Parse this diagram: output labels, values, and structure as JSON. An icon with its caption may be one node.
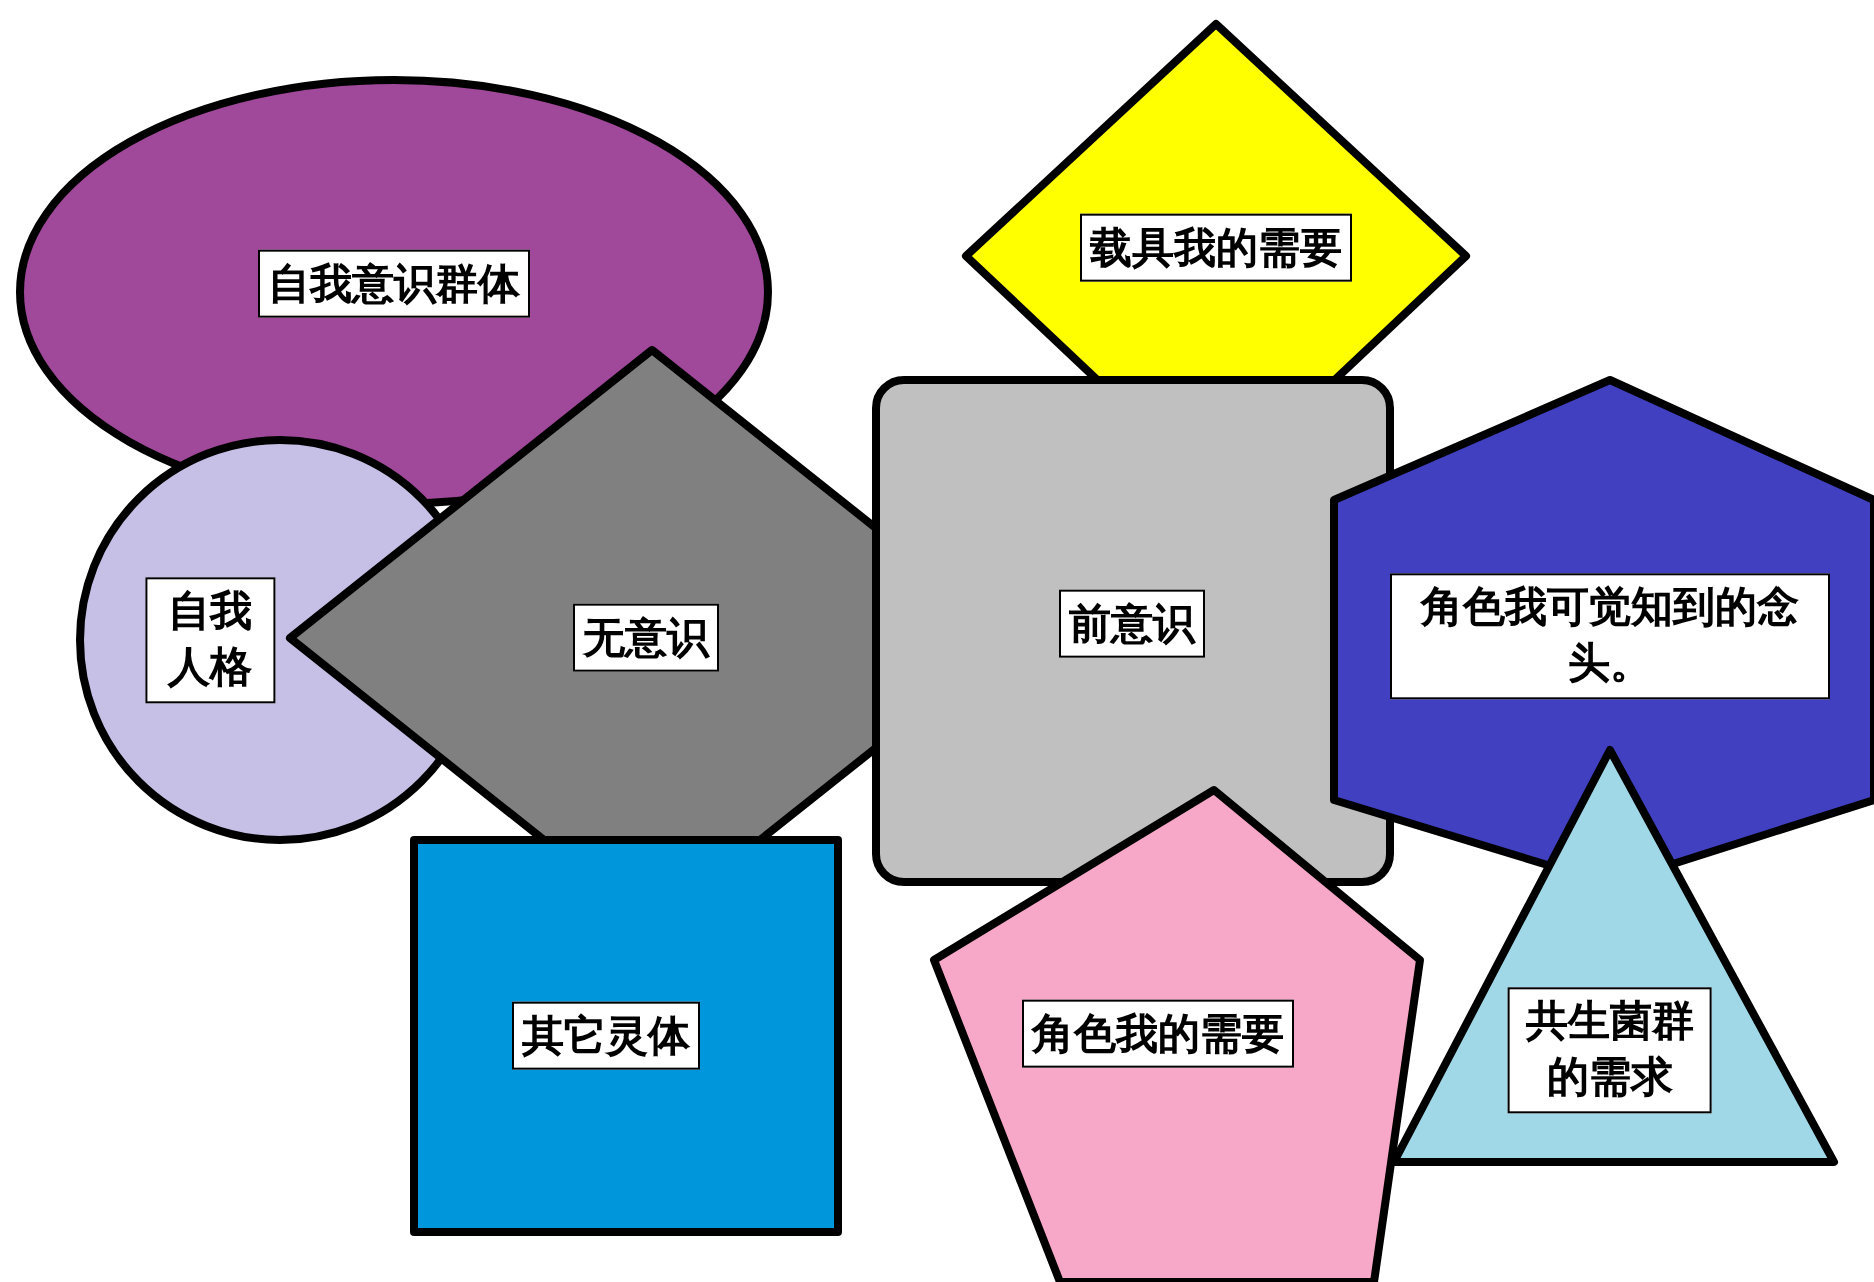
{
  "diagram": {
    "nodes": [
      {
        "text": [
          "自我意识群体"
        ]
      },
      {
        "text": [
          "载具我的需要"
        ]
      },
      {
        "text": [
          "自我人格"
        ]
      },
      {
        "text": [
          "无意识"
        ]
      },
      {
        "text": [
          "前意识"
        ]
      },
      {
        "text": [
          "角色我可觉知到的念头。"
        ]
      },
      {
        "text": [
          "其它灵体"
        ]
      },
      {
        "text": [
          "角色我的需要"
        ]
      },
      {
        "text": [
          "共生菌群的需求"
        ]
      }
    ]
  }
}
